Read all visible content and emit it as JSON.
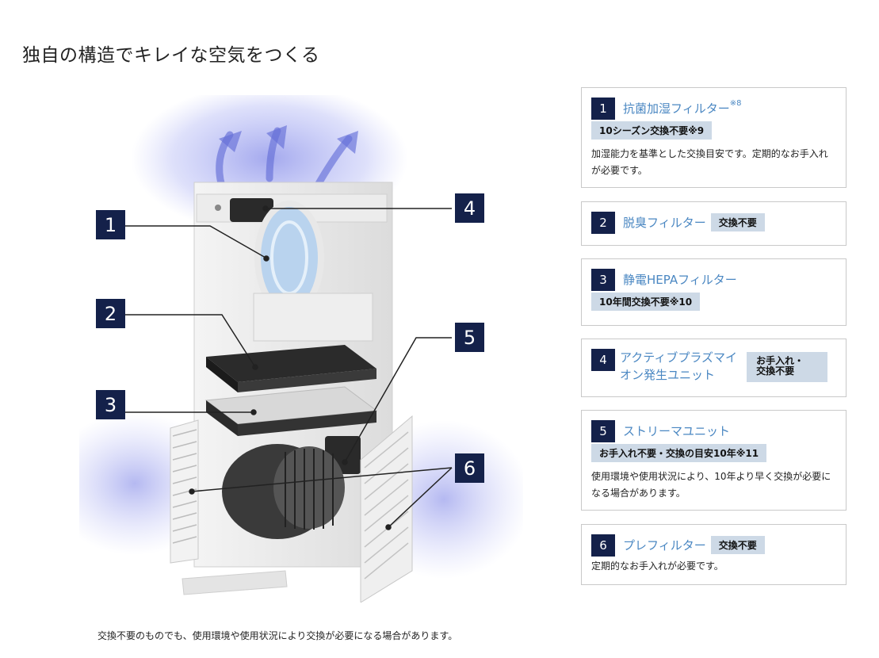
{
  "page": {
    "title": "独自の構造でキレイな空気をつくる",
    "footnote": "交換不要のものでも、使用環境や使用状況により交換が必要になる場合があります。"
  },
  "callouts": [
    "1",
    "2",
    "3",
    "4",
    "5",
    "6"
  ],
  "cards": [
    {
      "number": "1",
      "title": "抗菌加湿フィルター",
      "title_sup": "※8",
      "tag": "10シーズン交換不要※9",
      "desc": "加湿能力を基準とした交換目安です。定期的なお手入れが必要です。"
    },
    {
      "number": "2",
      "title": "脱臭フィルター",
      "tag": "交換不要"
    },
    {
      "number": "3",
      "title": "静電HEPAフィルター",
      "tag": "10年間交換不要※10"
    },
    {
      "number": "4",
      "title_line1": "アクティブプラズマイ",
      "title_line2": "オン発生ユニット",
      "tag_line1": "お手入れ・",
      "tag_line2": "交換不要"
    },
    {
      "number": "5",
      "title": "ストリーマユニット",
      "tag": "お手入れ不要・交換の目安10年※11",
      "desc": "使用環境や使用状況により、10年より早く交換が必要になる場合があります。"
    },
    {
      "number": "6",
      "title": "プレフィルター",
      "tag": "交換不要",
      "desc": "定期的なお手入れが必要です。"
    }
  ],
  "colors": {
    "badge": "#14214a",
    "title_blue": "#4a87c2",
    "tag_bg": "#cdd9e6",
    "airflow": "#6b74e6"
  }
}
